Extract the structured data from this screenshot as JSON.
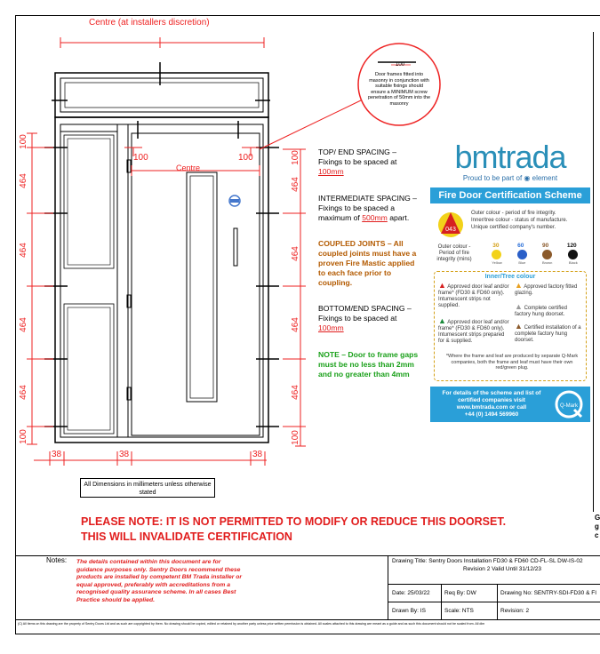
{
  "top_dimension": "Centre (at installers discretion)",
  "screw_note": {
    "dim": "100",
    "text": "Door frames fitted into masonry in conjunction with suitable fixings should ensure a MINIMUM screw penetration of 50mm into the masonry"
  },
  "centre_label": "Centre",
  "dims": {
    "left_100_top": "100",
    "left_464_1": "464",
    "left_464_2": "464",
    "left_464_3": "464",
    "left_464_4": "464",
    "left_100_bottom": "100",
    "right_100_top": "100",
    "right_464_1": "464",
    "right_464_2": "464",
    "right_464_3": "464",
    "right_464_4": "464",
    "right_100_bottom": "100",
    "h_100_left": "100",
    "h_100_right": "100",
    "bottom_38_1": "38",
    "bottom_38_2": "38",
    "bottom_38_3": "38"
  },
  "spacing": {
    "top_title": "TOP/ END SPACING –",
    "top_line1": "Fixings to be spaced at",
    "top_val": "100mm",
    "int_title": "INTERMEDIATE SPACING –",
    "int_line1": "Fixings to be spaced a",
    "int_line2": "maximum of ",
    "int_val": "500mm",
    "int_line3": " apart.",
    "coupled": "COUPLED JOINTS – All coupled joints must have a proven Fire Mastic applied to each face prior to coupling.",
    "bottom_title": "BOTTOM/END SPACING –",
    "bottom_line1": "Fixings to be spaced at",
    "bottom_val": "100mm",
    "note": "NOTE – Door to frame gaps must be no less than 2mm and no greater than 4mm"
  },
  "bmtrada": {
    "logo": "bmtrada",
    "tagline": "Proud to be part of",
    "tagline_brand": "element",
    "scheme_title": "Fire Door Certification Scheme",
    "outer_colour": "Outer colour - period of fire integrity.",
    "inner_colour": "Inner/tree colour - status of manufacture.",
    "unique": "Unique certified company's number.",
    "badge_num": "043",
    "outer_label": "Outer colour - Period of fire integrity (mins)",
    "periods": [
      "30",
      "60",
      "90",
      "120"
    ],
    "period_colours": [
      "Yellow",
      "Blue",
      "Brown",
      "Black"
    ],
    "inner_heading": "Inner/Tree colour",
    "legend": [
      {
        "colour": "Red",
        "text": "Approved door leaf and/or frame* (FD30 & FD60 only). Intumescent strips not supplied."
      },
      {
        "colour": "Orange",
        "text": "Approved factory fitted glazing."
      },
      {
        "colour": "Green",
        "text": "Approved door leaf and/or frame* (FD30 & FD60 only). Intumescent strips prepared for & supplied."
      },
      {
        "colour": "Silver",
        "text": "Complete certified factory hung doorset."
      },
      {
        "colour": "Brown",
        "text": "Certified installation of a complete factory hung doorset."
      }
    ],
    "footnote": "*Where the frame and leaf are produced by separate Q-Mark companies, both the frame and leaf must have their own red/green plug.",
    "contact": "For details of the scheme and list of certified companies visit",
    "website": "www.bmtrada.com or call",
    "phone": "+44 (0) 1494 569960",
    "qmark": "Q-Mark"
  },
  "dimensions_box": "All Dimensions in millimeters unless otherwise stated",
  "warning_line1": "PLEASE NOTE: IT IS NOT PERMITTED TO MODIFY OR REDUCE THIS DOORSET.",
  "warning_line2": "THIS WILL INVALIDATE CERTIFICATION",
  "side_letters": [
    "G",
    "g",
    "c"
  ],
  "notes": {
    "label": "Notes:",
    "text": "The details contained within this document are for guidance purposes only. Sentry Doors recommend these products are installed by competent BM Trada installer or equal approved, preferably with accreditations from a recognised quality assurance scheme. In all cases Best Practice should be applied."
  },
  "title_block": {
    "drawing_title_label": "Drawing Title:",
    "drawing_title": "Sentry Doors Installation FD30 & FD60 CD-FL-SL DW-IS-02",
    "revision_line": "Revision 2 Valid Until 31/12/23",
    "date": "Date: 25/03/22",
    "req_by": "Req By: DW",
    "drawing_no": "Drawing No: SENTRY-SDI-FD30 & FI",
    "drawn_by": "Drawn By: IS",
    "scale": "Scale: NTS",
    "revision": "Revision: 2"
  },
  "footer": "(C) All items on this drawing are the property of Sentry Doors Ltd and as such are copyrighted by them. No drawing should be copied, edited or retained by another party unless prior written permission is obtained. All scales attached to this drawing are meant as a guide and as such this document should not be scaled from. All dim"
}
